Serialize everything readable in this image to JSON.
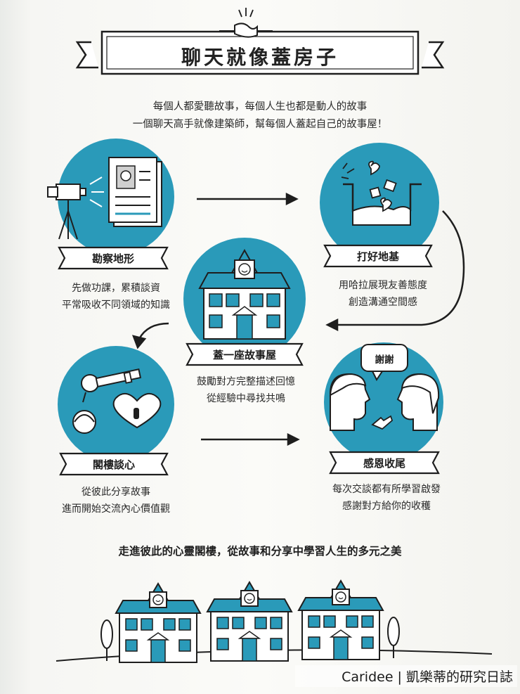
{
  "title": "聊天就像蓋房子",
  "intro": {
    "line1": "每個人都愛聽故事，每個人生也都是動人的故事",
    "line2": "一個聊天高手就像建築師，幫每個人蓋起自己的故事屋！"
  },
  "steps": [
    {
      "label": "勘察地形",
      "desc1": "先做功課，累積談資",
      "desc2": "平常吸收不同領域的知識"
    },
    {
      "label": "打好地基",
      "desc1": "用哈拉展現友善態度",
      "desc2": "創造溝通空間感"
    },
    {
      "label": "蓋一座故事屋",
      "desc1": "鼓勵對方完整描述回憶",
      "desc2": "從經驗中尋找共鳴"
    },
    {
      "label": "閣樓談心",
      "desc1": "從彼此分享故事",
      "desc2": "進而開始交流內心價值觀"
    },
    {
      "label": "感恩收尾",
      "desc1": "每次交談都有所學習啟發",
      "desc2": "感謝對方給你的收穫"
    }
  ],
  "speech_bubble": "謝謝",
  "conclusion": "走進彼此的心靈閣樓，從故事和分享中學習人生的多元之美",
  "watermark": "Caridee | 凱樂蒂的研究日誌",
  "colors": {
    "accent": "#2a9ab9",
    "ink": "#1e1e1e"
  }
}
